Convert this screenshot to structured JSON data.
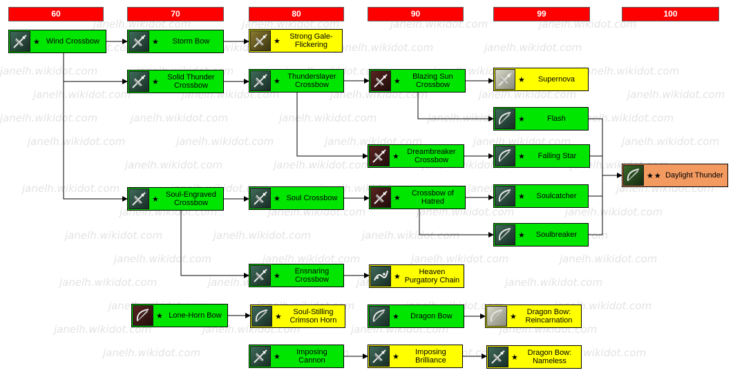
{
  "site": {
    "watermark": "janelh.wikidot.com"
  },
  "levels": [
    "60",
    "70",
    "80",
    "90",
    "99",
    "100"
  ],
  "nodes": [
    {
      "id": "wind_crossbow",
      "name": "Wind Crossbow",
      "stars": "★",
      "color": "green",
      "icon": "crossbow-icon"
    },
    {
      "id": "storm_bow",
      "name": "Storm Bow",
      "stars": "★",
      "color": "green",
      "icon": "crossbow-icon"
    },
    {
      "id": "strong_gale",
      "name": "Strong Gale-Flickering",
      "stars": "★",
      "color": "yellow",
      "icon": "crossbow-icon"
    },
    {
      "id": "solid_thunder",
      "name": "Solid Thunder Crossbow",
      "stars": "★",
      "color": "green",
      "icon": "crossbow-icon"
    },
    {
      "id": "thunderslayer",
      "name": "Thunderslayer Crossbow",
      "stars": "★",
      "color": "green",
      "icon": "crossbow-icon"
    },
    {
      "id": "blazing_sun",
      "name": "Blazing Sun Crossbow",
      "stars": "★",
      "color": "green",
      "icon": "crossbow-icon"
    },
    {
      "id": "supernova",
      "name": "Supernova",
      "stars": "★",
      "color": "yellow",
      "icon": "crossbow-icon"
    },
    {
      "id": "flash",
      "name": "Flash",
      "stars": "★",
      "color": "green",
      "icon": "bow-icon"
    },
    {
      "id": "dreambreaker",
      "name": "Dreambreaker Crossbow",
      "stars": "★",
      "color": "green",
      "icon": "crossbow-icon"
    },
    {
      "id": "falling_star",
      "name": "Falling Star",
      "stars": "★",
      "color": "green",
      "icon": "bow-icon"
    },
    {
      "id": "daylight_thunder",
      "name": "Daylight Thunder",
      "stars": "★★",
      "color": "orange",
      "icon": "bow-icon"
    },
    {
      "id": "soul_engraved",
      "name": "Soul-Engraved Crossbow",
      "stars": "★",
      "color": "green",
      "icon": "crossbow-icon"
    },
    {
      "id": "soul_crossbow",
      "name": "Soul Crossbow",
      "stars": "★",
      "color": "green",
      "icon": "crossbow-icon"
    },
    {
      "id": "crossbow_of_hatred",
      "name": "Crossbow of Hatred",
      "stars": "★",
      "color": "green",
      "icon": "crossbow-icon"
    },
    {
      "id": "soulcatcher",
      "name": "Soulcatcher",
      "stars": "★",
      "color": "green",
      "icon": "bow-icon"
    },
    {
      "id": "soulbreaker",
      "name": "Soulbreaker",
      "stars": "★",
      "color": "green",
      "icon": "bow-icon"
    },
    {
      "id": "ensnaring",
      "name": "Ensnaring Crossbow",
      "stars": "★",
      "color": "green",
      "icon": "crossbow-icon"
    },
    {
      "id": "heaven_purgatory",
      "name": "Heaven Purgatory Chain",
      "stars": "★",
      "color": "yellow",
      "icon": "chain-icon"
    },
    {
      "id": "lone_horn_bow",
      "name": "Lone-Horn Bow",
      "stars": "★",
      "color": "green",
      "icon": "bow-icon"
    },
    {
      "id": "soul_stilling",
      "name": "Soul-Stilling Crimson Horn",
      "stars": "★",
      "color": "yellow",
      "icon": "bow-icon"
    },
    {
      "id": "dragon_bow",
      "name": "Dragon Bow",
      "stars": "★",
      "color": "green",
      "icon": "bow-icon"
    },
    {
      "id": "dragon_bow_reinc",
      "name": "Dragon Bow: Reincarnation",
      "stars": "★",
      "color": "yellow",
      "icon": "bow-icon"
    },
    {
      "id": "imposing_cannon",
      "name": "Imposing Cannon",
      "stars": "★",
      "color": "green",
      "icon": "crossbow-icon"
    },
    {
      "id": "imposing_brilliance",
      "name": "Imposing Brilliance",
      "stars": "★",
      "color": "yellow",
      "icon": "crossbow-icon"
    },
    {
      "id": "dragon_bow_nameless",
      "name": "Dragon Bow: Nameless",
      "stars": "★",
      "color": "yellow",
      "icon": "crossbow-icon"
    }
  ],
  "edges": [
    [
      "wind_crossbow",
      "storm_bow"
    ],
    [
      "storm_bow",
      "strong_gale"
    ],
    [
      "wind_crossbow",
      "solid_thunder"
    ],
    [
      "solid_thunder",
      "thunderslayer"
    ],
    [
      "thunderslayer",
      "blazing_sun"
    ],
    [
      "blazing_sun",
      "supernova"
    ],
    [
      "blazing_sun",
      "flash"
    ],
    [
      "thunderslayer",
      "dreambreaker"
    ],
    [
      "dreambreaker",
      "falling_star"
    ],
    [
      "wind_crossbow",
      "soul_engraved"
    ],
    [
      "soul_engraved",
      "soul_crossbow"
    ],
    [
      "soul_crossbow",
      "crossbow_of_hatred"
    ],
    [
      "crossbow_of_hatred",
      "soulcatcher"
    ],
    [
      "crossbow_of_hatred",
      "soulbreaker"
    ],
    [
      "soul_engraved",
      "ensnaring"
    ],
    [
      "ensnaring",
      "heaven_purgatory"
    ],
    [
      "lone_horn_bow",
      "soul_stilling"
    ],
    [
      "dragon_bow",
      "dragon_bow_reinc"
    ],
    [
      "imposing_cannon",
      "imposing_brilliance"
    ],
    [
      "imposing_brilliance",
      "dragon_bow_nameless"
    ],
    [
      "flash",
      "daylight_thunder"
    ],
    [
      "falling_star",
      "daylight_thunder"
    ],
    [
      "soulcatcher",
      "daylight_thunder"
    ],
    [
      "soulbreaker",
      "daylight_thunder"
    ]
  ]
}
